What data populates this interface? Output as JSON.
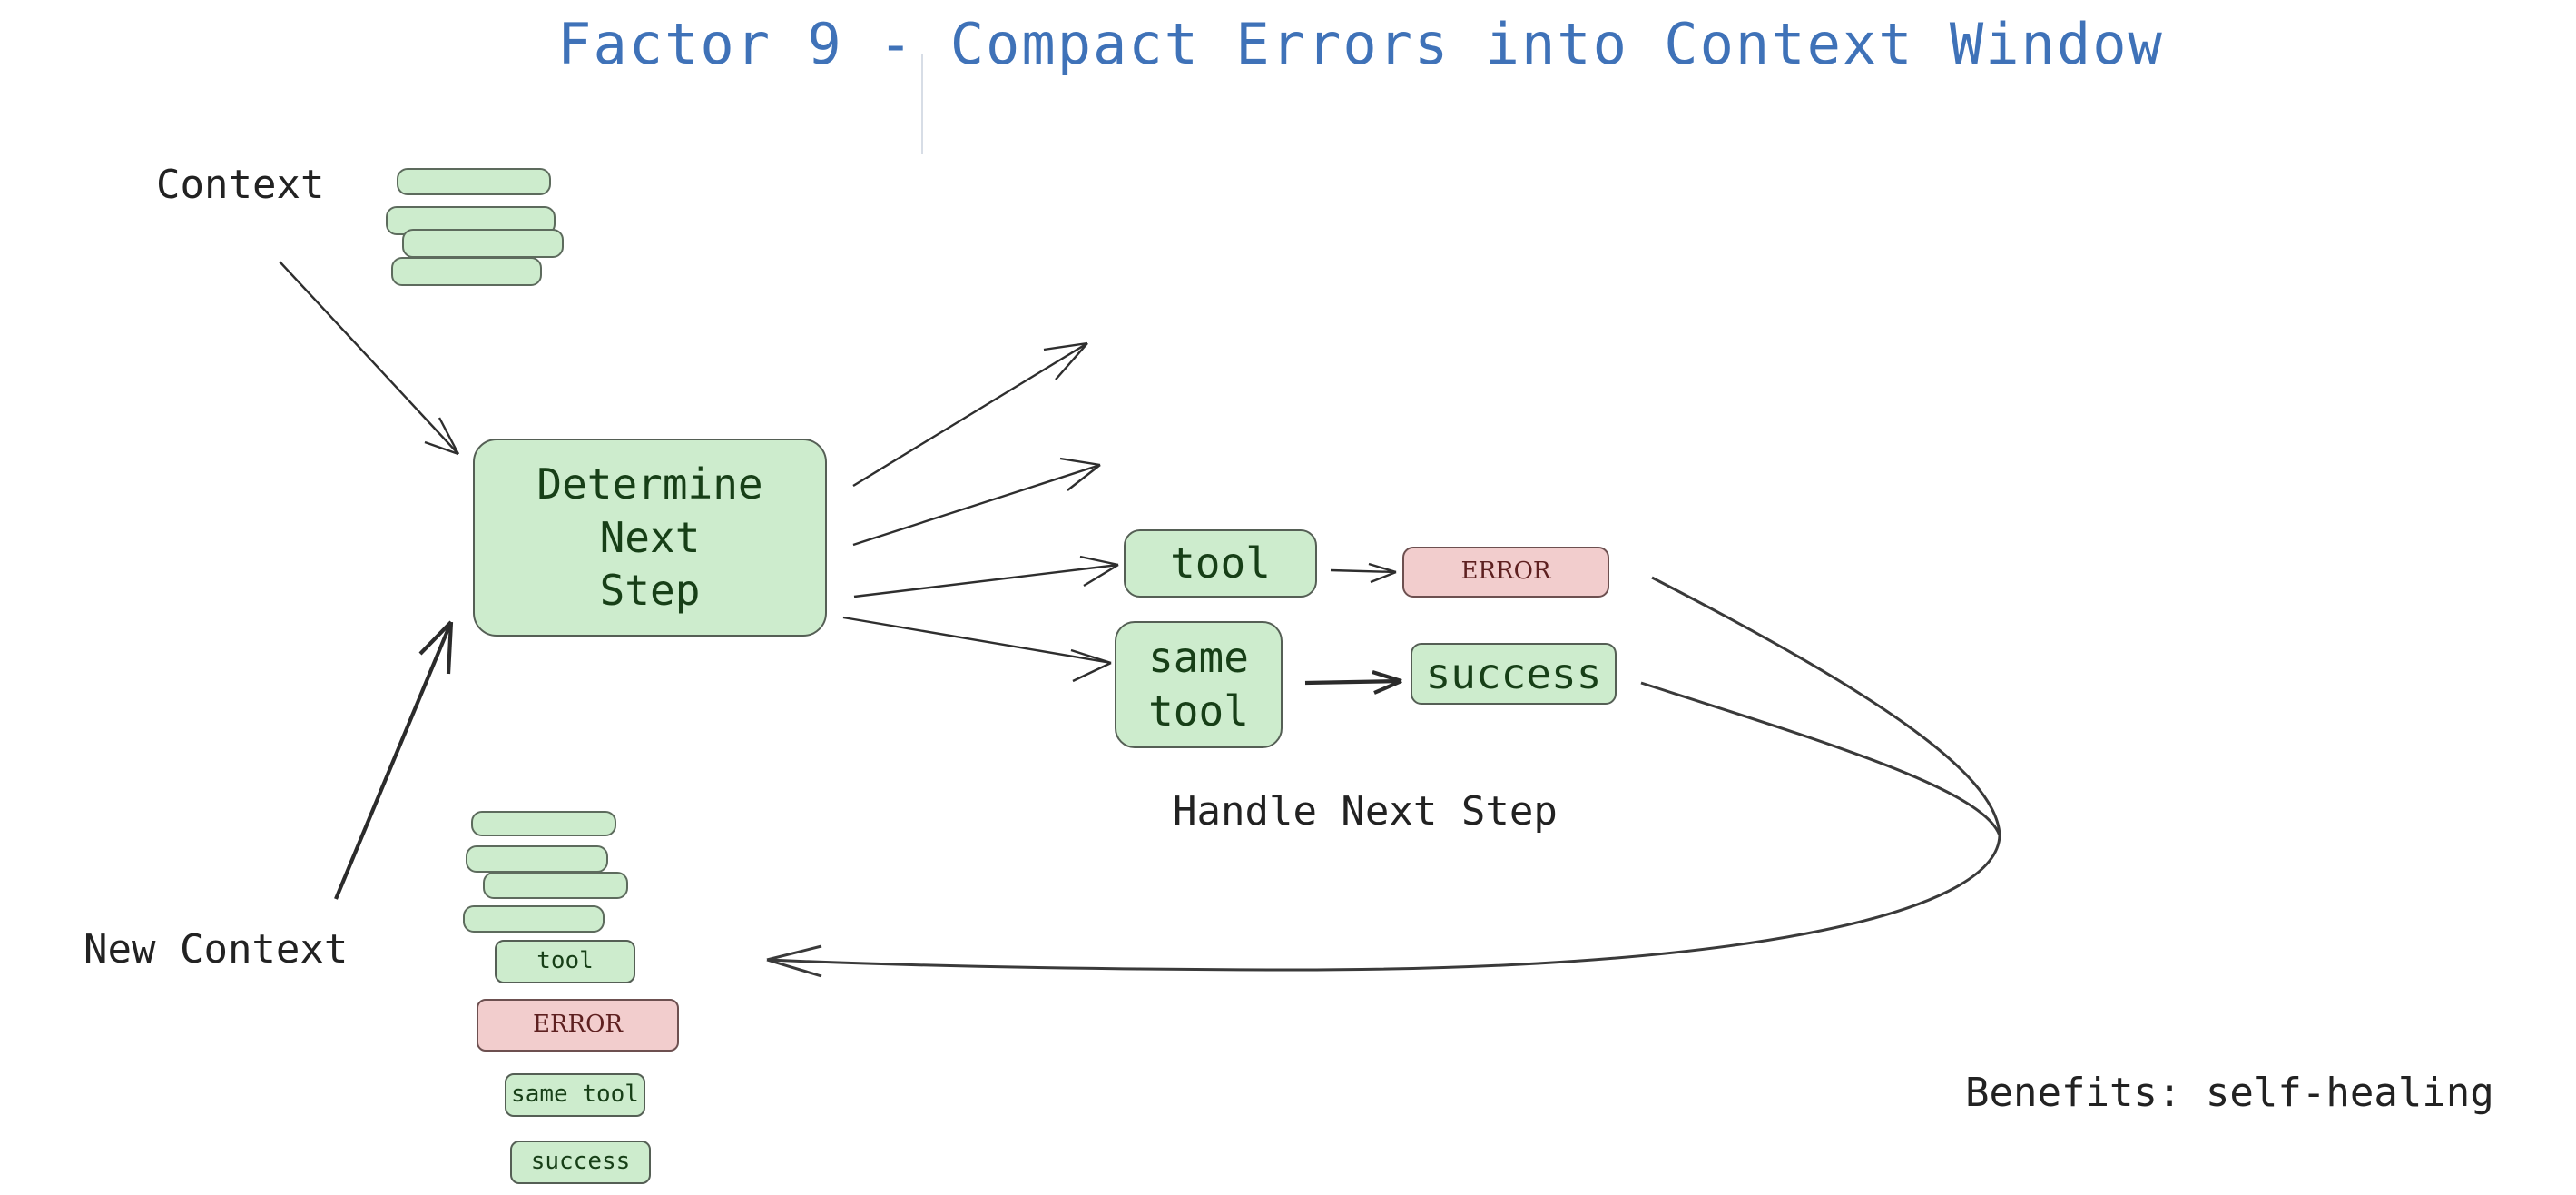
{
  "slide": {
    "title": "Factor 9 - Compact Errors into Context Window",
    "title_color": "#3f72b8",
    "background_color": "#ffffff"
  },
  "labels": {
    "context": "Context",
    "new_context": "New Context",
    "handle_next_step": "Handle Next Step",
    "benefits": "Benefits: self-healing"
  },
  "colors": {
    "node_green_fill": "#cdeccd",
    "node_green_border": "#555f55",
    "node_green_text": "#173f17",
    "node_error_fill": "#f2cdcd",
    "node_error_border": "#6d5050",
    "node_error_text": "#5e2020",
    "arrow": "#2e2e2e"
  },
  "nodes": {
    "determine": {
      "line1": "Determine",
      "line2": "Next",
      "line3": "Step"
    },
    "tool": "tool",
    "error": "ERROR",
    "same_tool_line1": "same",
    "same_tool_line2": "tool",
    "success": "success"
  },
  "context_stack": {
    "label": "Context",
    "bars": [
      {
        "name": "context-bar-1"
      },
      {
        "name": "context-bar-2"
      },
      {
        "name": "context-bar-3"
      },
      {
        "name": "context-bar-4"
      }
    ]
  },
  "new_context_stack": {
    "label": "New Context",
    "bars": [
      {
        "name": "new-context-bar-1"
      },
      {
        "name": "new-context-bar-2"
      },
      {
        "name": "new-context-bar-3"
      },
      {
        "name": "new-context-bar-4"
      }
    ],
    "chips": [
      {
        "text": "tool",
        "kind": "green"
      },
      {
        "text": "ERROR",
        "kind": "error"
      },
      {
        "text": "same tool",
        "kind": "green"
      },
      {
        "text": "success",
        "kind": "green"
      }
    ]
  }
}
